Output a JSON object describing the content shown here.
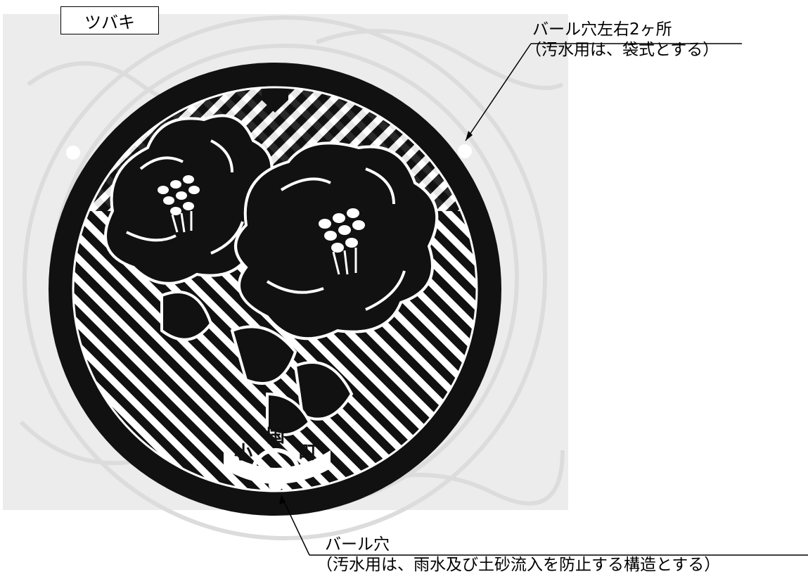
{
  "title": "ツバキ",
  "callout_top_right": {
    "line1": "バール穴左右2ヶ所",
    "line2": "（汚水用は、袋式とする）"
  },
  "callout_bottom": {
    "line1": "バール穴",
    "line2": "（汚水用は、雨水及び土砂流入を防止する構造とする）"
  },
  "cover_text": [
    "小",
    "国",
    "町"
  ],
  "colors": {
    "ink": "#111111",
    "paper": "#ffffff",
    "background_texture": "#e9e9e9"
  },
  "icons": [
    "camellia-flower-icon",
    "camellia-flower-icon",
    "arrow-icon",
    "arrow-icon"
  ]
}
